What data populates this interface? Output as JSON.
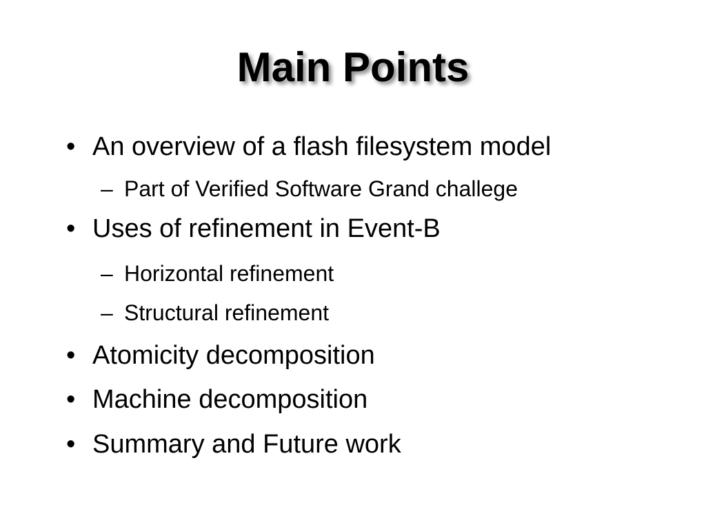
{
  "slide": {
    "title": "Main Points",
    "bullets": [
      {
        "level": 1,
        "marker": "•",
        "text": "An overview of a flash filesystem model"
      },
      {
        "level": 2,
        "marker": "–",
        "text": "Part of Verified Software Grand challege"
      },
      {
        "level": 1,
        "marker": "•",
        "text": "Uses of refinement in Event-B"
      },
      {
        "level": 2,
        "marker": "–",
        "text": "Horizontal refinement"
      },
      {
        "level": 2,
        "marker": "–",
        "text": "Structural refinement"
      },
      {
        "level": 1,
        "marker": "•",
        "text": "Atomicity decomposition"
      },
      {
        "level": 1,
        "marker": "•",
        "text": "Machine decomposition"
      },
      {
        "level": 1,
        "marker": "•",
        "text": "Summary and Future work"
      }
    ]
  }
}
